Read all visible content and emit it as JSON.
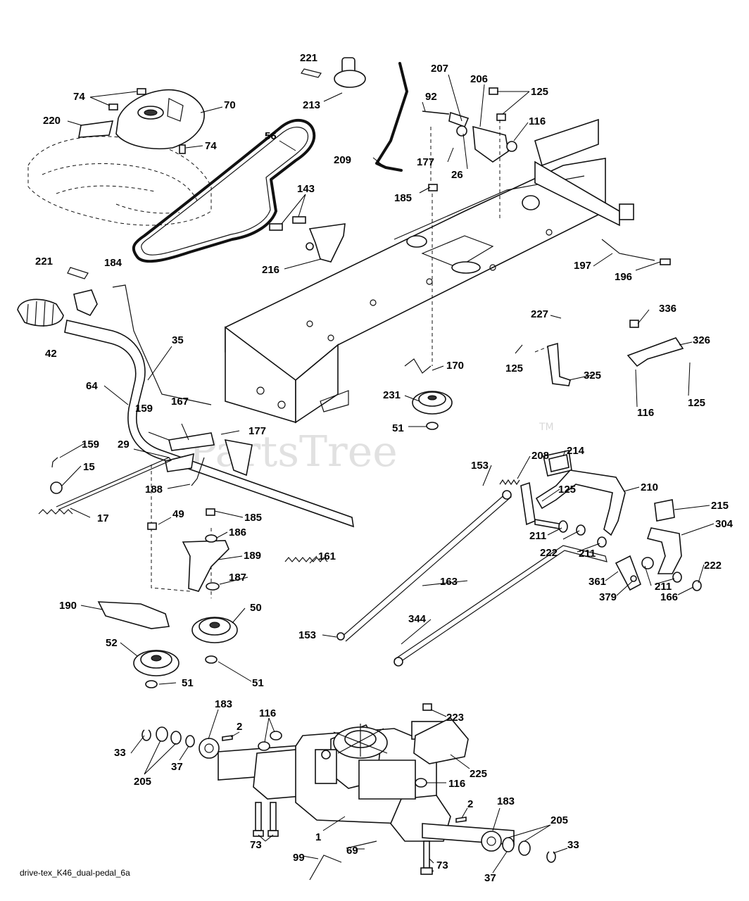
{
  "watermark": {
    "text": "PartsTree",
    "tm": "TM"
  },
  "footer": {
    "caption": "drive-tex_K46_dual-pedal_6a"
  },
  "labels": [
    "221",
    "213",
    "207",
    "206",
    "125",
    "92",
    "116",
    "177",
    "26",
    "209",
    "74",
    "70",
    "220",
    "74",
    "56",
    "185",
    "143",
    "216",
    "221",
    "184",
    "197",
    "196",
    "227",
    "336",
    "326",
    "42",
    "35",
    "125",
    "325",
    "125",
    "116",
    "170",
    "64",
    "159",
    "167",
    "177",
    "231",
    "51",
    "159",
    "29",
    "15",
    "208",
    "214",
    "153",
    "125",
    "210",
    "188",
    "185",
    "17",
    "49",
    "186",
    "211",
    "215",
    "222",
    "304",
    "189",
    "161",
    "211",
    "222",
    "187",
    "163",
    "361",
    "211",
    "379",
    "166",
    "190",
    "50",
    "153",
    "344",
    "52",
    "51",
    "51",
    "183",
    "116",
    "223",
    "33",
    "2",
    "205",
    "37",
    "225",
    "116",
    "2",
    "183",
    "205",
    "1",
    "73",
    "33",
    "99",
    "69",
    "73",
    "37"
  ]
}
